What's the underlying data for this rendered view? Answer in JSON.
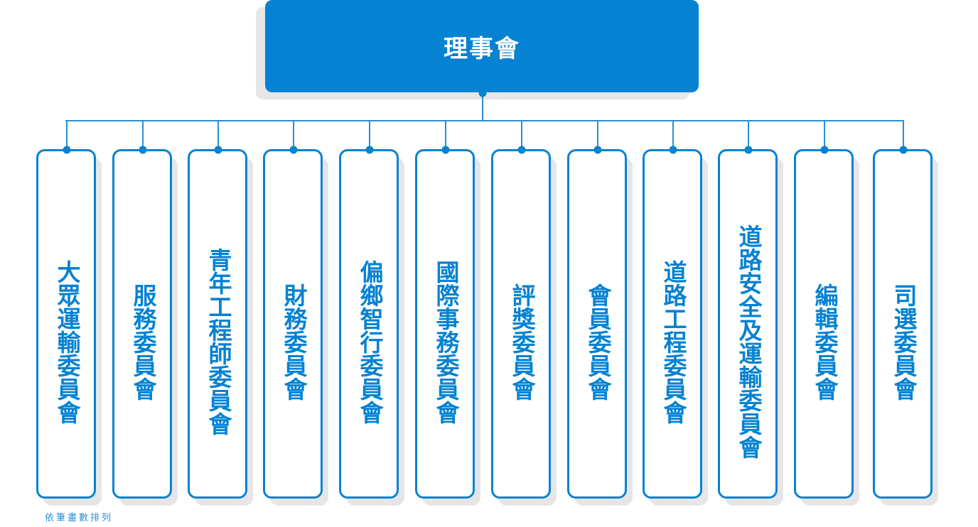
{
  "board": {
    "label": "理事會"
  },
  "committees": [
    {
      "label": "大眾運輸委員會"
    },
    {
      "label": "服務委員會"
    },
    {
      "label": "青年工程師委員會"
    },
    {
      "label": "財務委員會"
    },
    {
      "label": "偏鄉智行委員會"
    },
    {
      "label": "國際事務委員會"
    },
    {
      "label": "評獎委員會"
    },
    {
      "label": "會員委員會"
    },
    {
      "label": "道路工程委員會"
    },
    {
      "label": "道路安全及運輸委員會"
    },
    {
      "label": "編輯委員會"
    },
    {
      "label": "司選委員會"
    }
  ],
  "note": "依筆畫數排列",
  "colors": {
    "accent": "#0582d2",
    "shadow": "#e6e6e8"
  }
}
